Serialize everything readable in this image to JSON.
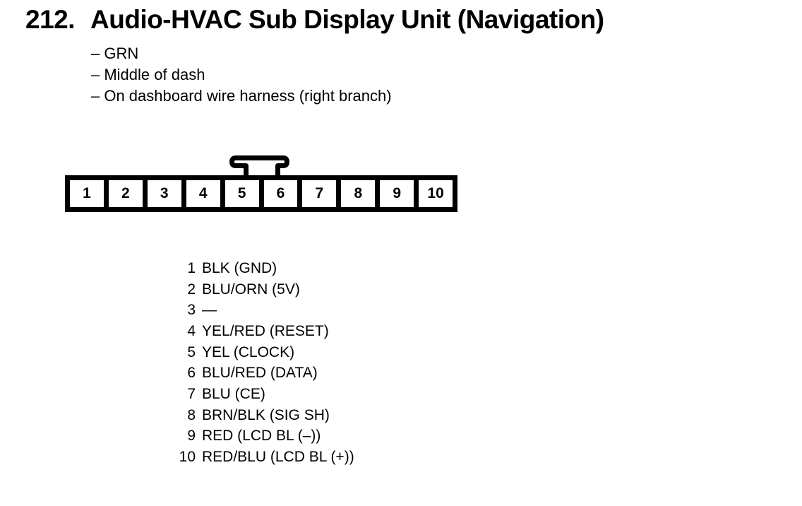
{
  "heading": {
    "section_number": "212.",
    "title": "Audio-HVAC Sub Display Unit (Navigation)"
  },
  "notes": [
    {
      "text": "– GRN"
    },
    {
      "text": "– Middle of dash"
    },
    {
      "text": "– On dashboard wire harness (right branch)"
    }
  ],
  "connector": {
    "pins": [
      {
        "n": "1"
      },
      {
        "n": "2"
      },
      {
        "n": "3"
      },
      {
        "n": "4"
      },
      {
        "n": "5"
      },
      {
        "n": "6"
      },
      {
        "n": "7"
      },
      {
        "n": "8"
      },
      {
        "n": "9"
      },
      {
        "n": "10"
      }
    ]
  },
  "pinout": [
    {
      "pin": "1",
      "label": "BLK (GND)"
    },
    {
      "pin": "2",
      "label": "BLU/ORN (5V)"
    },
    {
      "pin": "3",
      "label": "—"
    },
    {
      "pin": "4",
      "label": "YEL/RED (RESET)"
    },
    {
      "pin": "5",
      "label": "YEL (CLOCK)"
    },
    {
      "pin": "6",
      "label": "BLU/RED (DATA)"
    },
    {
      "pin": "7",
      "label": "BLU (CE)"
    },
    {
      "pin": "8",
      "label": "BRN/BLK (SIG SH)"
    },
    {
      "pin": "9",
      "label": "RED (LCD BL (–))"
    },
    {
      "pin": "10",
      "label": "RED/BLU (LCD BL (+))"
    }
  ],
  "colors": {
    "ink": "#000000",
    "paper": "#ffffff"
  }
}
